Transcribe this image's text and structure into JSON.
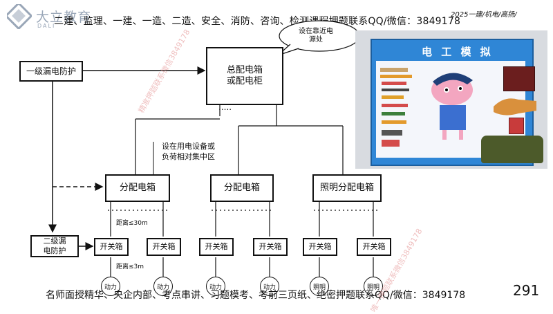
{
  "logo": {
    "text": "大立教育",
    "sub": "DALI"
  },
  "header": {
    "title": "二建、监理、一建、一造、二造、安全、消防、咨询、检测课程押题联系QQ/微信：3849178",
    "tag": "2025一建/机电/高扬/"
  },
  "diagram": {
    "main_panel": "总配电箱\n或配电柜",
    "callout_near_source": "设在靠近电\n源处",
    "level1_protection": "一级漏电防护",
    "level2_protection": "二级漏\n电防护",
    "note_load_center": "设在用电设备或\n负荷相对集中区",
    "dots": ".....",
    "sub_boxes": [
      "分配电箱",
      "分配电箱",
      "照明分配电箱"
    ],
    "switch_label": "开关箱",
    "distance_1": "距离≤30m",
    "distance_2": "距离≤3m",
    "loads": [
      "动力",
      "动力",
      "动力",
      "动力",
      "照明",
      "照明"
    ]
  },
  "photo": {
    "board_title": "电 工 模 拟"
  },
  "footer": {
    "text": "名师面授精华、央企内部、考点串讲、习题模考、考前三页纸、绝密押题联系QQ/微信：3849178",
    "page_number": "291"
  },
  "watermarks": [
    "精准押题联系微信3849178",
    "唯一押题联系微信3849178"
  ]
}
